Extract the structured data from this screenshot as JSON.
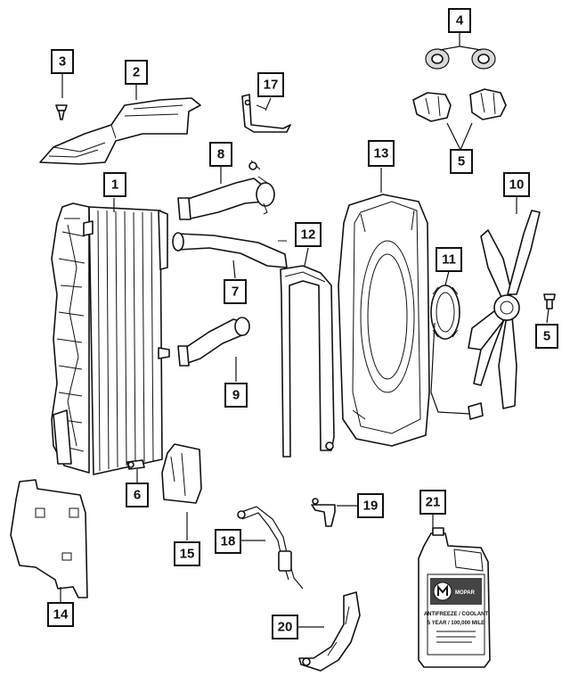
{
  "callouts": [
    {
      "id": "1",
      "label": "1"
    },
    {
      "id": "2",
      "label": "2"
    },
    {
      "id": "3",
      "label": "3"
    },
    {
      "id": "4",
      "label": "4"
    },
    {
      "id": "5a",
      "label": "5"
    },
    {
      "id": "5b",
      "label": "5"
    },
    {
      "id": "6",
      "label": "6"
    },
    {
      "id": "7",
      "label": "7"
    },
    {
      "id": "8",
      "label": "8"
    },
    {
      "id": "9",
      "label": "9"
    },
    {
      "id": "10",
      "label": "10"
    },
    {
      "id": "11",
      "label": "11"
    },
    {
      "id": "12",
      "label": "12"
    },
    {
      "id": "13",
      "label": "13"
    },
    {
      "id": "14",
      "label": "14"
    },
    {
      "id": "15",
      "label": "15"
    },
    {
      "id": "17",
      "label": "17"
    },
    {
      "id": "18",
      "label": "18"
    },
    {
      "id": "19",
      "label": "19"
    },
    {
      "id": "20",
      "label": "20"
    },
    {
      "id": "21",
      "label": "21"
    }
  ],
  "coolant_jug": {
    "brand": "MOPAR",
    "line1": "ANTIFREEZE / COOLANT",
    "line2": "5 YEAR / 100,000 MILE"
  }
}
